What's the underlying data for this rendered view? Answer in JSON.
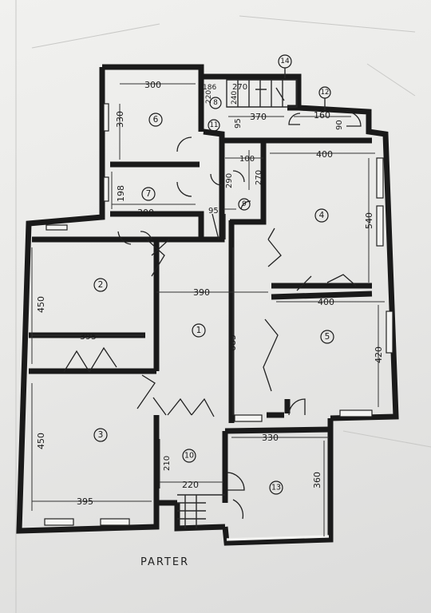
{
  "footer": {
    "label": "PARTER"
  },
  "rooms": [
    "1",
    "2",
    "3",
    "4",
    "5",
    "6",
    "7",
    "8",
    "9",
    "10",
    "11",
    "12",
    "13",
    "14"
  ],
  "dims": {
    "d6w": "300",
    "d6h": "330",
    "d7h": "198",
    "d7w": "300",
    "d8a": "186",
    "d8b": "220",
    "d_270a": "270",
    "d_240": "240",
    "d_370": "370",
    "d_95a": "95",
    "d_160": "160",
    "d_90": "90",
    "d_100": "100",
    "d_290": "290",
    "d_270b": "270",
    "d_95b": "95",
    "d4w": "400",
    "d4h": "540",
    "d1w": "390",
    "d1h": "685",
    "d5w": "400",
    "d5h": "420",
    "d2h": "450",
    "d2w": "395",
    "d3h": "450",
    "d3w": "395",
    "d13w": "330",
    "d13h": "360",
    "d10h": "210",
    "d10w": "220"
  }
}
